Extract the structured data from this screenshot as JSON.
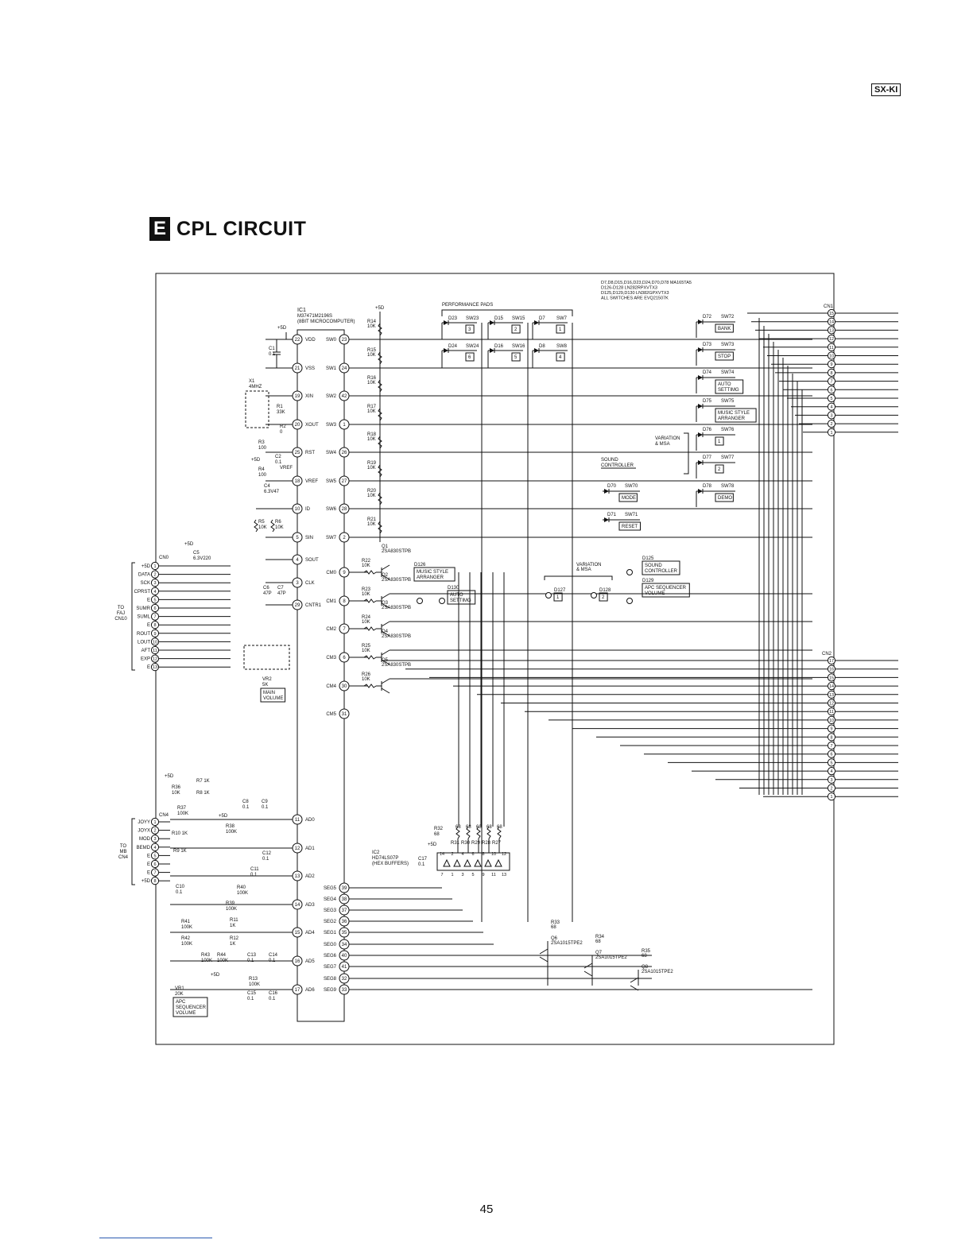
{
  "model_tag": "SX-KI",
  "section": {
    "letter": "E",
    "title": "CPL CIRCUIT"
  },
  "page_number": "45",
  "notes": [
    "D7,D8,D15,D16,D23,D24,D70,D78 MA165TA5",
    "D126-D128 LN282RPXVTX3",
    "D125,D129,D130 LN382GPXVTX3",
    "ALL SWITCHES ARE EVQ21507K"
  ],
  "ic1": {
    "ref": "IC1",
    "part": "M37471M2196S",
    "desc": "(8BIT MICROCOMPUTER)",
    "left_pins": [
      {
        "num": "22",
        "name": "VDD"
      },
      {
        "num": "21",
        "name": "VSS"
      },
      {
        "num": "19",
        "name": "XIN"
      },
      {
        "num": "20",
        "name": "XOUT"
      },
      {
        "num": "25",
        "name": "RST"
      },
      {
        "num": "18",
        "name": "VREF"
      },
      {
        "num": "10",
        "name": "ID"
      },
      {
        "num": "5",
        "name": "SIN"
      },
      {
        "num": "4",
        "name": "SOUT"
      },
      {
        "num": "3",
        "name": "CLK"
      },
      {
        "num": "29",
        "name": "CNTR1"
      }
    ],
    "right_pins": [
      {
        "num": "23",
        "name": "SW0"
      },
      {
        "num": "24",
        "name": "SW1"
      },
      {
        "num": "42",
        "name": "SW2"
      },
      {
        "num": "1",
        "name": "SW3"
      },
      {
        "num": "26",
        "name": "SW4"
      },
      {
        "num": "27",
        "name": "SW5"
      },
      {
        "num": "28",
        "name": "SW6"
      },
      {
        "num": "2",
        "name": "SW7"
      },
      {
        "num": "9",
        "name": "CM0"
      },
      {
        "num": "8",
        "name": "CM1"
      },
      {
        "num": "7",
        "name": "CM2"
      },
      {
        "num": "6",
        "name": "CM3"
      },
      {
        "num": "30",
        "name": "CM4"
      },
      {
        "num": "31",
        "name": "CM5"
      }
    ],
    "ad_pins": [
      {
        "num": "11",
        "name": "AD0"
      },
      {
        "num": "12",
        "name": "AD1"
      },
      {
        "num": "13",
        "name": "AD2"
      },
      {
        "num": "14",
        "name": "AD3"
      },
      {
        "num": "15",
        "name": "AD4"
      },
      {
        "num": "16",
        "name": "AD5"
      },
      {
        "num": "17",
        "name": "AD6"
      }
    ],
    "seg_pins": [
      {
        "num": "39",
        "name": "SEG5"
      },
      {
        "num": "38",
        "name": "SEG4"
      },
      {
        "num": "37",
        "name": "SEG3"
      },
      {
        "num": "36",
        "name": "SEG2"
      },
      {
        "num": "35",
        "name": "SEG1"
      },
      {
        "num": "34",
        "name": "SEG0"
      },
      {
        "num": "40",
        "name": "SEG6"
      },
      {
        "num": "41",
        "name": "SEG7"
      },
      {
        "num": "32",
        "name": "SEG8"
      },
      {
        "num": "33",
        "name": "SEG9"
      }
    ]
  },
  "sw_resistors": [
    {
      "ref": "R14",
      "val": "10K"
    },
    {
      "ref": "R15",
      "val": "10K"
    },
    {
      "ref": "R16",
      "val": "10K"
    },
    {
      "ref": "R17",
      "val": "10K"
    },
    {
      "ref": "R18",
      "val": "10K"
    },
    {
      "ref": "R19",
      "val": "10K"
    },
    {
      "ref": "R20",
      "val": "10K"
    },
    {
      "ref": "R21",
      "val": "10K"
    }
  ],
  "cm_resistors": [
    {
      "ref": "R22",
      "val": "10K"
    },
    {
      "ref": "R23",
      "val": "10K"
    },
    {
      "ref": "R24",
      "val": "10K"
    },
    {
      "ref": "R25",
      "val": "10K"
    },
    {
      "ref": "R26",
      "val": "10K"
    }
  ],
  "transistors": [
    {
      "ref": "Q1",
      "part": "2SA830STPB"
    },
    {
      "ref": "Q2",
      "part": "2SA830STPB"
    },
    {
      "ref": "Q3",
      "part": "2SA830STPB"
    },
    {
      "ref": "Q4",
      "part": "2SA830STPB"
    },
    {
      "ref": "Q5",
      "part": "2SA830STPB"
    }
  ],
  "perf_pads": {
    "label": "PERFORMANCE PADS",
    "top": [
      {
        "diode": "D23",
        "sw": "SW23",
        "num": "3"
      },
      {
        "diode": "D15",
        "sw": "SW15",
        "num": "2"
      },
      {
        "diode": "D7",
        "sw": "SW7",
        "num": "1"
      }
    ],
    "bottom": [
      {
        "diode": "D24",
        "sw": "SW24",
        "num": "6"
      },
      {
        "diode": "D16",
        "sw": "SW16",
        "num": "5"
      },
      {
        "diode": "D8",
        "sw": "SW8",
        "num": "4"
      }
    ]
  },
  "right_switches": [
    {
      "diode": "D72",
      "sw": "SW72",
      "label": "BANK"
    },
    {
      "diode": "D73",
      "sw": "SW73",
      "label": "STOP"
    },
    {
      "diode": "D74",
      "sw": "SW74",
      "label": "AUTO SETTIMG"
    },
    {
      "diode": "D75",
      "sw": "SW75",
      "label": "MUSIC STYLE ARRANGER"
    },
    {
      "diode": "D76",
      "sw": "SW76",
      "label": "1"
    },
    {
      "diode": "D77",
      "sw": "SW77",
      "label": "2"
    },
    {
      "diode": "D78",
      "sw": "SW78",
      "label": "DEMO"
    }
  ],
  "variation_label": "VARIATION & MSA",
  "sound_controller": {
    "label": "SOUND CONTROLLER",
    "items": [
      {
        "diode": "D70",
        "sw": "SW70",
        "label": "MODE"
      },
      {
        "diode": "D71",
        "sw": "SW71",
        "label": "RESET"
      }
    ]
  },
  "leds": [
    {
      "ref": "D126",
      "label": "MUSIC STYLE ARRANGER"
    },
    {
      "ref": "D130",
      "label": "AUTO SETTIMG"
    },
    {
      "ref": "D127",
      "label": "1"
    },
    {
      "ref": "D128",
      "label": "2"
    },
    {
      "ref": "D125",
      "label": "SOUND CONTROLLER"
    },
    {
      "ref": "D129",
      "label": "APC SEQUENCER VOLUME"
    }
  ],
  "misc": {
    "plus5d": "+5D",
    "c1": "C1",
    "c1v": "0.1",
    "x1": "X1",
    "x1v": "4MHZ",
    "r1": "R1",
    "r1v": "33K",
    "r2": "R2",
    "r2v": "0",
    "r3": "R3",
    "r3v": "100",
    "c2": "C2",
    "c2v": "0.1",
    "vref": "VREF",
    "r4": "R4",
    "r4v": "100",
    "c4": "C4",
    "c4v": "6.3V47",
    "r5": "R5",
    "r5v": "10K",
    "r6": "R6",
    "r6v": "10K",
    "c5": "C5",
    "c5v": "6.3V220",
    "c6": "C6",
    "c6v": "47P",
    "c7": "C7",
    "c7v": "47P",
    "vr2": "VR2",
    "vr2v": "5K",
    "main_volume": "MAIN VOLUME",
    "r7": "R7 1K",
    "r8": "R8 1K",
    "r36": "R36",
    "r36v": "10K",
    "r37": "R37",
    "r37v": "100K",
    "c8": "C8",
    "c8v": "0.1",
    "c9": "C9",
    "c9v": "0.1",
    "r38": "R38",
    "r38v": "100K",
    "r10": "R10 1K",
    "r9": "R9 1K",
    "c12": "C12",
    "c12v": "0.1",
    "c11": "C11",
    "c11v": "0.1",
    "c10": "C10",
    "c10v": "0.1",
    "r40": "R40",
    "r40v": "100K",
    "r39": "R39",
    "r39v": "100K",
    "r41": "R41",
    "r41v": "100K",
    "r11": "R11",
    "r11v": "1K",
    "r42": "R42",
    "r42v": "100K",
    "r12": "R12",
    "r12v": "1K",
    "r43": "R43",
    "r43v": "100K",
    "r44": "R44",
    "r44v": "100K",
    "c13": "C13",
    "c13v": "0.1",
    "c14": "C14",
    "c14v": "0.1",
    "r13": "R13",
    "r13v": "100K",
    "c15": "C15",
    "c15v": "0.1",
    "c16": "C16",
    "c16v": "0.1",
    "vr1": "VR1",
    "vr1v": "20K",
    "apc_seq_vol": "APC SEQUENCER VOLUME",
    "ic2": "IC2",
    "ic2part": "HD74LS07P",
    "ic2desc": "(HEX BUFFERS)",
    "c17": "C17",
    "c17v": "0.1",
    "r32": "R32",
    "r32v": "68"
  },
  "ic2_resistors": [
    {
      "ref": "R31",
      "val": "68"
    },
    {
      "ref": "R30",
      "val": "68"
    },
    {
      "ref": "R29",
      "val": "68"
    },
    {
      "ref": "R28",
      "val": "68"
    },
    {
      "ref": "R27",
      "val": "68"
    }
  ],
  "ic2_pins_top": [
    "14",
    "2",
    "4",
    "6",
    "8",
    "10",
    "12"
  ],
  "ic2_pins_bottom": [
    "7",
    "1",
    "3",
    "5",
    "9",
    "11",
    "13"
  ],
  "drivers": [
    {
      "r": "R33",
      "rv": "68",
      "q": "Q6",
      "part": "2SA1015TPE2"
    },
    {
      "r": "R34",
      "rv": "68",
      "q": "Q7",
      "part": "2SA1015TPE2"
    },
    {
      "r": "R35",
      "rv": "68",
      "q": "Q8",
      "part": "2SA1015TPE2"
    }
  ],
  "cn0": {
    "ref": "CN0",
    "dest": [
      "TO",
      "FAJ",
      "CN10"
    ],
    "pins": [
      {
        "n": "1",
        "sig": "+5D"
      },
      {
        "n": "2",
        "sig": "DATA"
      },
      {
        "n": "3",
        "sig": "SCK"
      },
      {
        "n": "4",
        "sig": "CPRST"
      },
      {
        "n": "5",
        "sig": "E"
      },
      {
        "n": "6",
        "sig": "SUMR"
      },
      {
        "n": "7",
        "sig": "SUML"
      },
      {
        "n": "8",
        "sig": "E"
      },
      {
        "n": "9",
        "sig": "ROUT"
      },
      {
        "n": "10",
        "sig": "LOUT"
      },
      {
        "n": "11",
        "sig": "AFT"
      },
      {
        "n": "12",
        "sig": "EXP"
      },
      {
        "n": "13",
        "sig": "E"
      }
    ]
  },
  "cn4": {
    "ref": "CN4",
    "dest": [
      "TO",
      "MB",
      "CN4"
    ],
    "pins": [
      {
        "n": "1",
        "sig": "JOYY"
      },
      {
        "n": "2",
        "sig": "JOYX"
      },
      {
        "n": "3",
        "sig": "MOD"
      },
      {
        "n": "4",
        "sig": "BEMD"
      },
      {
        "n": "5",
        "sig": "E"
      },
      {
        "n": "6",
        "sig": "E"
      },
      {
        "n": "7",
        "sig": "E"
      },
      {
        "n": "8",
        "sig": "+5D"
      }
    ]
  },
  "cn1": {
    "ref": "CN1",
    "pins": [
      "15",
      "14",
      "13",
      "12",
      "11",
      "10",
      "9",
      "8",
      "7",
      "6",
      "5",
      "4",
      "3",
      "2",
      "1"
    ]
  },
  "cn2": {
    "ref": "CN2",
    "pins": [
      "17",
      "16",
      "15",
      "14",
      "13",
      "12",
      "11",
      "10",
      "9",
      "8",
      "7",
      "6",
      "5",
      "4",
      "3",
      "2",
      "1"
    ]
  }
}
